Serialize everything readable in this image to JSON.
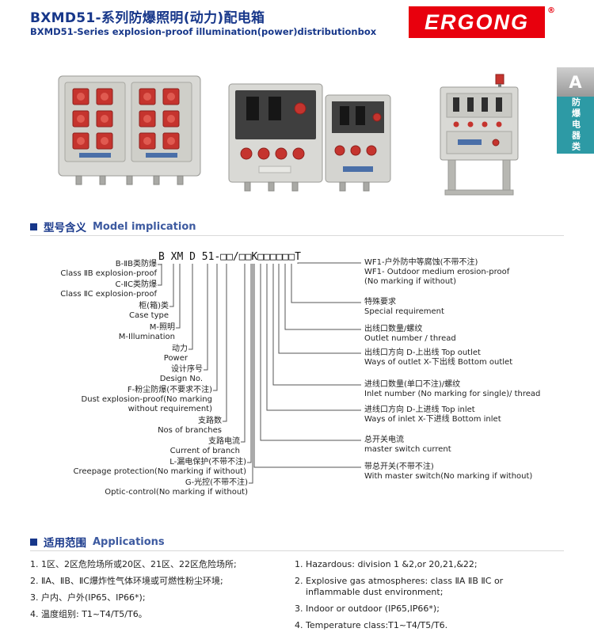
{
  "header": {
    "title_zh": "BXMD51-系列防爆照明(动力)配电箱",
    "title_en": "BXMD51-Series explosion-proof illumination(power)distributionbox",
    "brand": "ERGONG",
    "registered_mark": "®"
  },
  "side_tab": {
    "letter": "A",
    "category": "防爆电器类"
  },
  "model_section": {
    "heading_zh": "型号含义",
    "heading_en": "Model implication",
    "code": "B XM D 51-□□/□□K□□□□□□T",
    "left_labels": [
      {
        "zh": "B-ⅡB类防爆",
        "en": "Class ⅡB explosion-proof"
      },
      {
        "zh": "C-ⅡC类防爆",
        "en": "Class ⅡC explosion-proof"
      },
      {
        "zh": "柜(箱)类",
        "en": "Case type"
      },
      {
        "zh": "M-照明",
        "en": "M-Illumination"
      },
      {
        "zh": "动力",
        "en": "Power"
      },
      {
        "zh": "设计序号",
        "en": "Design No."
      },
      {
        "zh": "F-粉尘防爆(不要求不注)",
        "en": "Dust explosion-proof(No marking",
        "en2": "without requirement)"
      },
      {
        "zh": "支路数",
        "en": "Nos of branches"
      },
      {
        "zh": "支路电流",
        "en": "Current of branch"
      },
      {
        "zh": "L-漏电保护(不带不注)",
        "en": "Creepage protection(No marking if without)"
      },
      {
        "zh": "G-光控(不带不注)",
        "en": "Optic-control(No marking if without)"
      }
    ],
    "right_labels": [
      {
        "l1": "WF1-户外防中等腐蚀(不带不注)",
        "l2": "WF1- Outdoor medium erosion-proof",
        "l3": "(No marking if without)"
      },
      {
        "l1": "特殊要求",
        "l2": "Special requirement"
      },
      {
        "l1": "出线口数量/螺纹",
        "l2": "Outlet number / thread"
      },
      {
        "l1": "出线口方向 D-上出线 Top outlet",
        "l2": "Ways of outlet X-下出线 Bottom outlet"
      },
      {
        "l1": "进线口数量(单口不注)/螺纹",
        "l2": "Inlet number (No marking for single)/ thread"
      },
      {
        "l1": "进线口方向 D-上进线 Top inlet",
        "l2": "Ways of inlet X-下进线 Bottom inlet"
      },
      {
        "l1": "总开关电流",
        "l2": "master switch current"
      },
      {
        "l1": "带总开关(不带不注)",
        "l2": "With master switch(No marking if without)"
      }
    ]
  },
  "applications_section": {
    "heading_zh": "适用范围",
    "heading_en": "Applications",
    "zh_items": [
      "1. 1区、2区危险场所或20区、21区、22区危险场所;",
      "2. ⅡA、ⅡB、ⅡC爆炸性气体环境或可燃性粉尘环境;",
      "3. 户内、户外(IP65、IP66*);",
      "4. 温度组别: T1~T4/T5/T6。"
    ],
    "en_items": [
      "1. Hazardous: division 1 &2,or 20,21,&22;",
      "2. Explosive gas atmospheres: class ⅡA ⅡB ⅡC or inflammable dust environment;",
      "3. Indoor or outdoor (IP65,IP66*);",
      "4. Temperature class:T1~T4/T5/T6."
    ]
  }
}
